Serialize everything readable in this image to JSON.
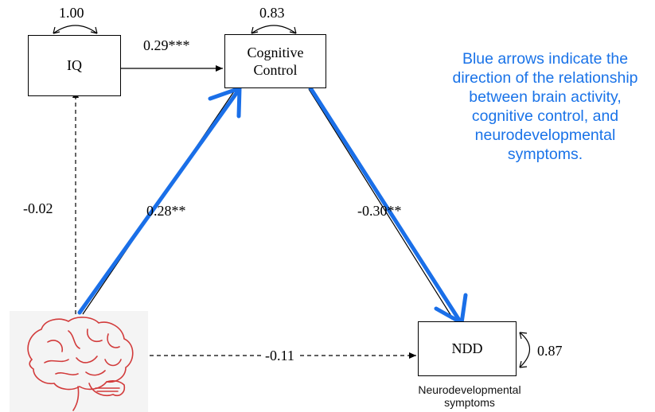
{
  "nodes": {
    "iq": "IQ",
    "cognitive_control_line1": "Cognitive",
    "cognitive_control_line2": "Control",
    "ndd": "NDD"
  },
  "variances": {
    "iq": "1.00",
    "cognitive_control": "0.83",
    "ndd": "0.87"
  },
  "paths": {
    "iq_to_cc": "0.29***",
    "brain_to_iq": "-0.02",
    "brain_to_cc": "0.28**",
    "cc_to_ndd": "-0.30**",
    "brain_to_ndd": "-0.11"
  },
  "annotation": "Blue arrows indicate the direction of the relationship between brain activity, cognitive control, and neurodevelopmental symptoms.",
  "ndd_caption_line1": "Neurodevelopmental",
  "ndd_caption_line2": "symptoms",
  "colors": {
    "accent_arrow": "#1a6fe8",
    "brain": "#d23b3b"
  },
  "icons": [
    "brain-icon"
  ]
}
